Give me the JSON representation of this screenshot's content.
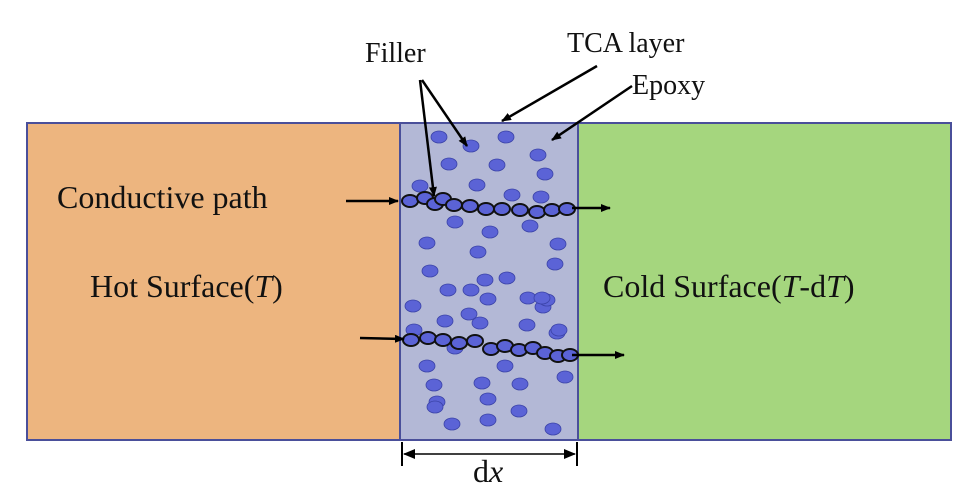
{
  "labels": {
    "filler": "Filler",
    "tca_layer": "TCA layer",
    "epoxy": "Epoxy",
    "conductive_path": "Conductive path",
    "hot_surface_prefix": "Hot Surface(",
    "hot_surface_var": "T",
    "hot_surface_suffix": ")",
    "cold_surface_prefix": "Cold Surface(",
    "cold_surface_var1": "T",
    "cold_surface_mid": "-d",
    "cold_surface_var2": "T",
    "cold_surface_suffix": ")",
    "thickness_d": "d",
    "thickness_var": "x"
  },
  "colors": {
    "hot": "#EDB57F",
    "cold": "#A5D67E",
    "tca": "#B3B8D6",
    "border": "#4A4F9A",
    "filler": "#5B63D6",
    "filler_stroke": "#3B43A8"
  },
  "regions": [
    "hot-surface",
    "tca-layer",
    "cold-surface"
  ]
}
